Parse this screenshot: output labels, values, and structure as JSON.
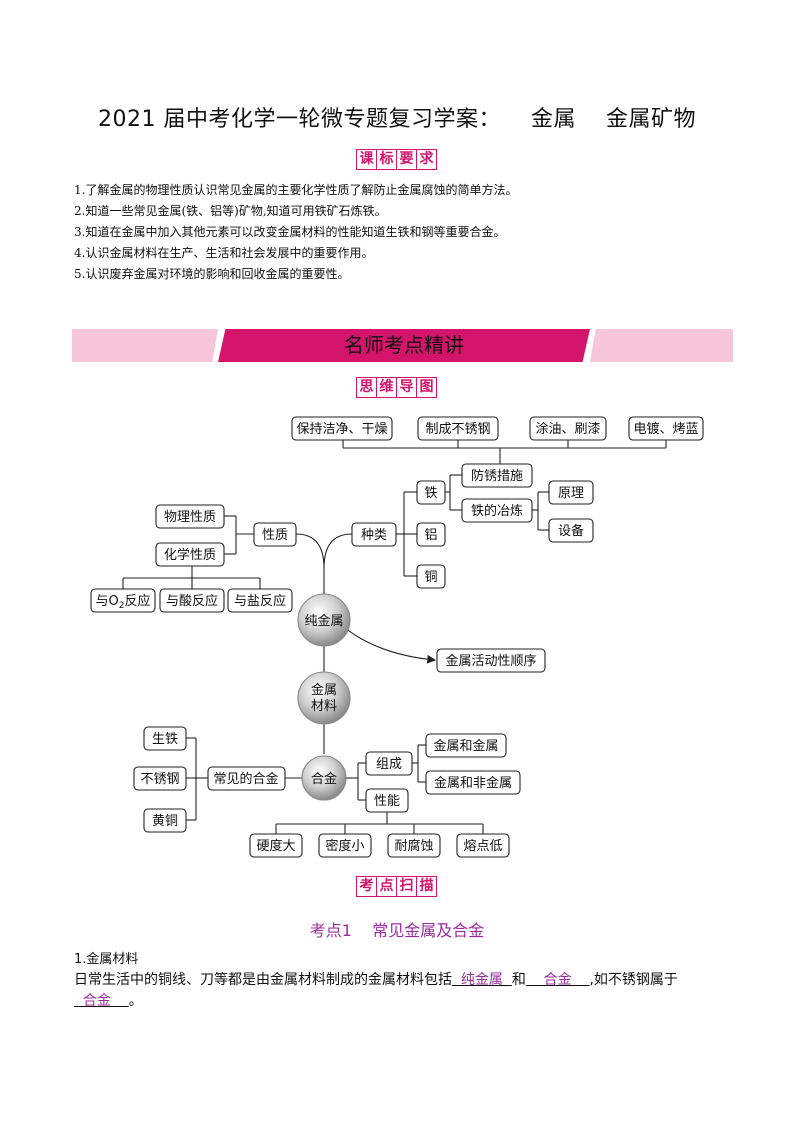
{
  "title": "2021 届中考化学一轮微专题复习学案：    金属    金属矿物",
  "section_tags": {
    "requirements": [
      "课",
      "标",
      "要",
      "求"
    ],
    "mindmap": [
      "思",
      "维",
      "导",
      "图"
    ],
    "scan": [
      "考",
      "点",
      "扫",
      "描"
    ]
  },
  "requirements": [
    "1.了解金属的物理性质认识常见金属的主要化学性质了解防止金属腐蚀的简单方法。",
    "2.知道一些常见金属(铁、铝等)矿物,知道可用铁矿石炼铁。",
    "3.知道在金属中加入其他元素可以改变金属材料的性能知道生铁和钢等重要合金。",
    "4.认识金属材料在生产、生活和社会发展中的重要作用。",
    "5.认识废弃金属对环境的影响和回收金属的重要性。"
  ],
  "banner": "名师考点精讲",
  "mindmap": {
    "top_row": [
      "保持洁净、干燥",
      "制成不锈钢",
      "涂油、刷漆",
      "电镀、烤蓝"
    ],
    "rust_prevention": "防锈措施",
    "iron_smelting": "铁的冶炼",
    "principle": "原理",
    "equipment": "设备",
    "iron": "铁",
    "aluminum": "铝",
    "copper": "铜",
    "types": "种类",
    "properties": "性质",
    "physical": "物理性质",
    "chemical": "化学性质",
    "o2_prefix": "与O",
    "o2_sub": "2",
    "o2_suffix": "反应",
    "with_acid": "与酸反应",
    "with_salt": "与盐反应",
    "pure_metal": "纯金属",
    "activity_order": "金属活动性顺序",
    "material_line1": "金属",
    "material_line2": "材料",
    "alloy": "合金",
    "common_alloys": "常见的合金",
    "pig_iron": "生铁",
    "stainless": "不锈钢",
    "brass": "黄铜",
    "composition": "组成",
    "metal_metal": "金属和金属",
    "metal_nonmetal": "金属和非金属",
    "performance": "性能",
    "perf_items": [
      "硬度大",
      "密度小",
      "耐腐蚀",
      "熔点低"
    ]
  },
  "kp1": "考点1    常见金属及合金",
  "sec1_heading": "1.金属材料",
  "para": {
    "t1": "日常生活中的铜线、刀等都是由金属材料制成的金属材料包括",
    "b1": "  纯金属  ",
    "t2": "和",
    "b2": "    合金    ",
    "t3": ",如不锈钢属于",
    "b3": "  合金    ",
    "t4": "。"
  },
  "colors": {
    "accent": "#d4146a",
    "accent_light": "#f7c6d9",
    "purple": "#9b2ca0"
  }
}
